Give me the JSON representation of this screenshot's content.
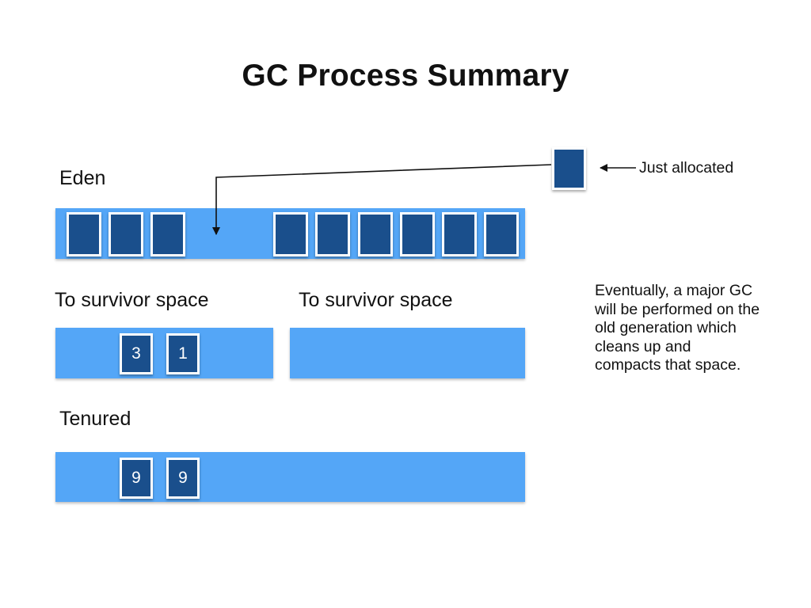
{
  "title": "GC Process Summary",
  "eden": {
    "label": "Eden",
    "object_count": 9
  },
  "survivor_left": {
    "label": "To survivor space",
    "objects": [
      "3",
      "1"
    ]
  },
  "survivor_right": {
    "label": "To survivor space"
  },
  "tenured": {
    "label": "Tenured",
    "objects": [
      "9",
      "9"
    ]
  },
  "new_object": {
    "label": "Just allocated"
  },
  "note": "Eventually, a major GC will be performed on the old generation which cleans up and compacts that space.",
  "colors": {
    "space_fill": "#54a6f7",
    "object_fill": "#1a4f8c",
    "object_border": "#ffffff"
  }
}
